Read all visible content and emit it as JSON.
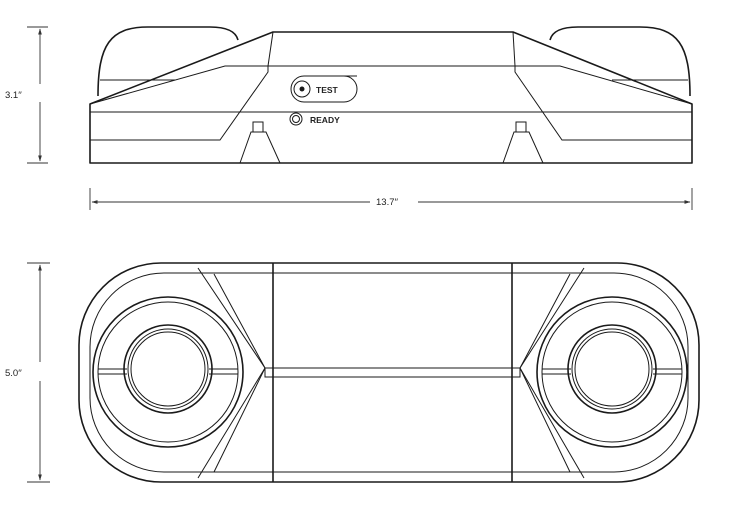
{
  "dimensions": {
    "height": "3.1′′",
    "width": "13.7′′",
    "depth": "5.0′′"
  },
  "labels": {
    "test": "TEST",
    "ready": "READY"
  }
}
